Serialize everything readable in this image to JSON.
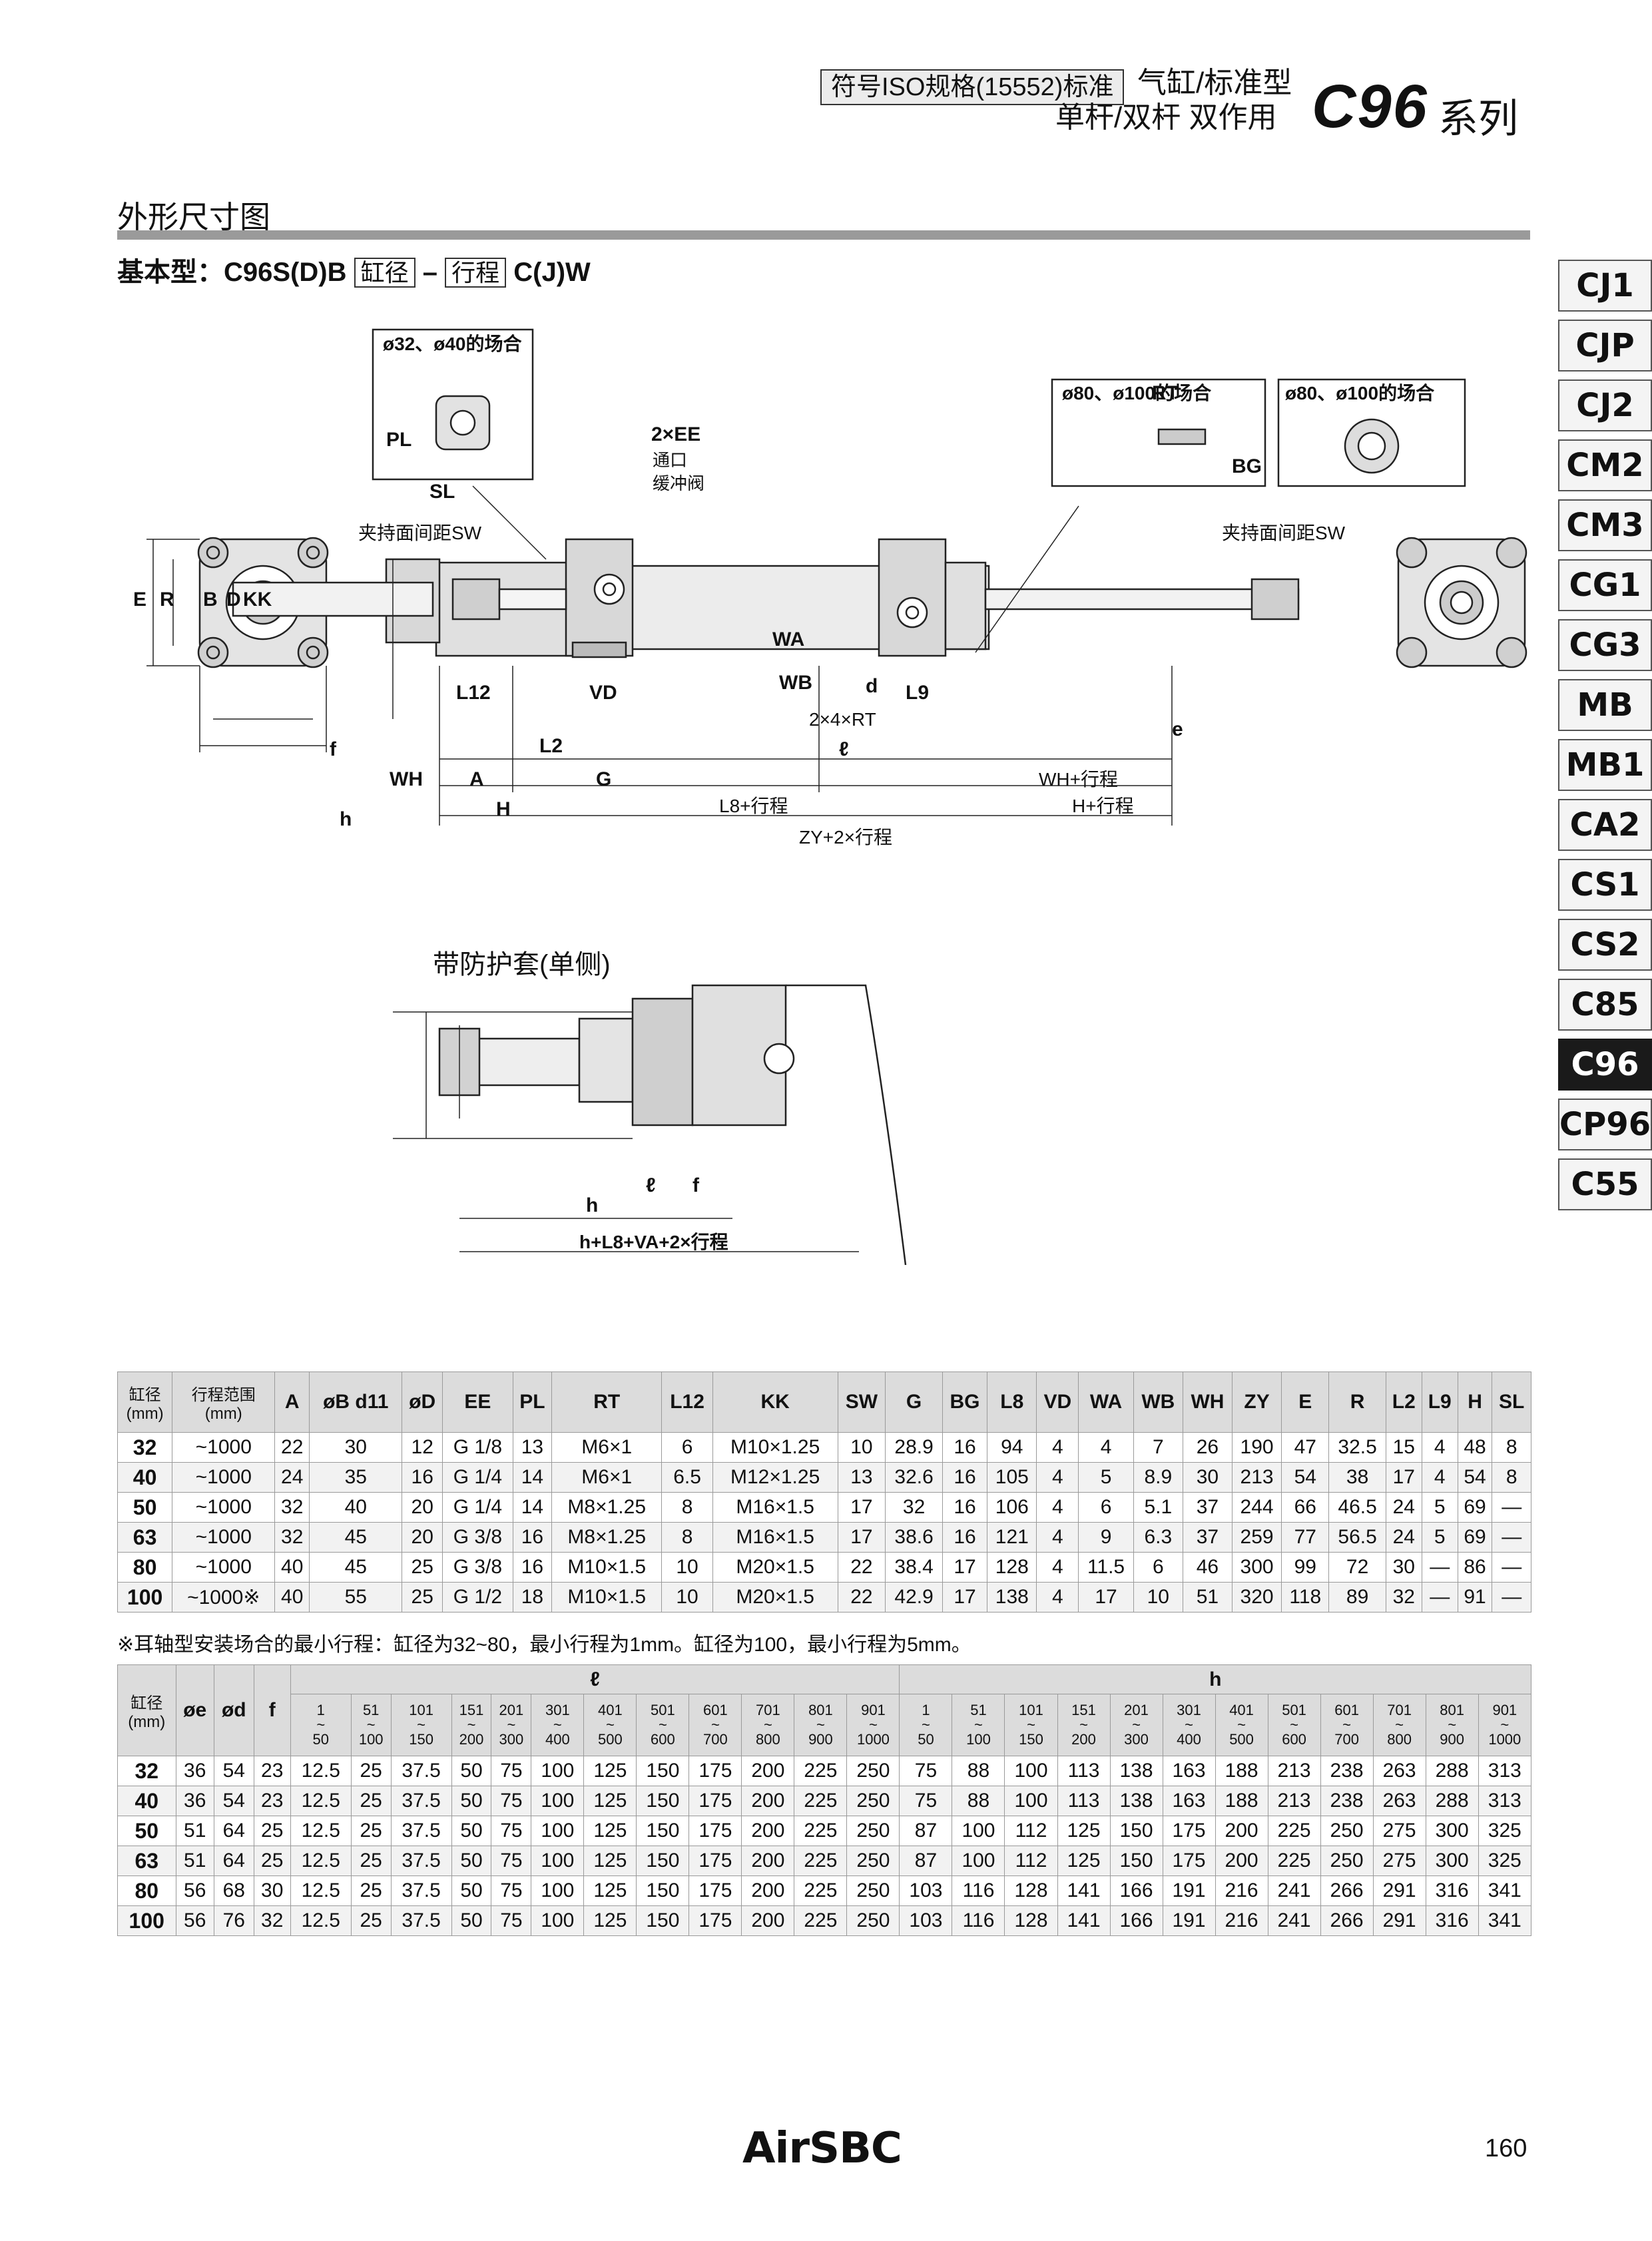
{
  "header": {
    "badge": "符号ISO规格(15552)标准",
    "line1": "气缸/标准型",
    "line2": "单杆/双杆  双作用",
    "model": "C96",
    "series": "系列"
  },
  "section": {
    "title": "外形尺寸图",
    "model_prefix": "基本型：C96S(D)B",
    "bore_box": "缸径",
    "dash": "–",
    "stroke_box": "行程",
    "model_suffix": "C(J)W"
  },
  "tabs": [
    "CJ1",
    "CJP",
    "CJ2",
    "CM2",
    "CM3",
    "CG1",
    "CG3",
    "MB",
    "MB1",
    "CA2",
    "CS1",
    "CS2",
    "C85",
    "C96",
    "CP96",
    "C55"
  ],
  "active_tab": "C96",
  "drawing": {
    "inset1_title": "ø32、ø40的场合",
    "inset2_title": "ø80、ø100的场合",
    "inset3_title": "ø80、ø100的场合",
    "wrench_left": "夹持面间距SW",
    "wrench_right": "夹持面间距SW",
    "port_label": "通口",
    "cushion_label": "缓冲阀",
    "two_ee": "2×EE",
    "two_four_rt": "2×4×RT",
    "dim_wh_stroke": "WH+行程",
    "dim_l8_stroke": "L8+行程",
    "dim_h_stroke": "H+行程",
    "dim_zy_stroke": "ZY+2×行程",
    "boot_title": "带防护套(单侧)",
    "boot_dim_total": "h+L8+VA+2×行程",
    "labels": [
      "PL",
      "SL",
      "RT",
      "BG",
      "WA",
      "WB",
      "VD",
      "L12",
      "L2",
      "G",
      "A",
      "WH",
      "H",
      "E",
      "R",
      "B",
      "D",
      "KK",
      "L9",
      "h",
      "f",
      "ℓ",
      "d",
      "e"
    ]
  },
  "table1": {
    "headers": [
      "缸径\n(mm)",
      "行程范围\n(mm)",
      "A",
      "øB d11",
      "øD",
      "EE",
      "PL",
      "RT",
      "L12",
      "KK",
      "SW",
      "G",
      "BG",
      "L8",
      "VD",
      "WA",
      "WB",
      "WH",
      "ZY",
      "E",
      "R",
      "L2",
      "L9",
      "H",
      "SL"
    ],
    "rows": [
      [
        "32",
        "~1000",
        "22",
        "30",
        "12",
        "G 1/8",
        "13",
        "M6×1",
        "6",
        "M10×1.25",
        "10",
        "28.9",
        "16",
        "94",
        "4",
        "4",
        "7",
        "26",
        "190",
        "47",
        "32.5",
        "15",
        "4",
        "48",
        "8"
      ],
      [
        "40",
        "~1000",
        "24",
        "35",
        "16",
        "G 1/4",
        "14",
        "M6×1",
        "6.5",
        "M12×1.25",
        "13",
        "32.6",
        "16",
        "105",
        "4",
        "5",
        "8.9",
        "30",
        "213",
        "54",
        "38",
        "17",
        "4",
        "54",
        "8"
      ],
      [
        "50",
        "~1000",
        "32",
        "40",
        "20",
        "G 1/4",
        "14",
        "M8×1.25",
        "8",
        "M16×1.5",
        "17",
        "32",
        "16",
        "106",
        "4",
        "6",
        "5.1",
        "37",
        "244",
        "66",
        "46.5",
        "24",
        "5",
        "69",
        "—"
      ],
      [
        "63",
        "~1000",
        "32",
        "45",
        "20",
        "G 3/8",
        "16",
        "M8×1.25",
        "8",
        "M16×1.5",
        "17",
        "38.6",
        "16",
        "121",
        "4",
        "9",
        "6.3",
        "37",
        "259",
        "77",
        "56.5",
        "24",
        "5",
        "69",
        "—"
      ],
      [
        "80",
        "~1000",
        "40",
        "45",
        "25",
        "G 3/8",
        "16",
        "M10×1.5",
        "10",
        "M20×1.5",
        "22",
        "38.4",
        "17",
        "128",
        "4",
        "11.5",
        "6",
        "46",
        "300",
        "99",
        "72",
        "30",
        "—",
        "86",
        "—"
      ],
      [
        "100",
        "~1000※",
        "40",
        "55",
        "25",
        "G 1/2",
        "18",
        "M10×1.5",
        "10",
        "M20×1.5",
        "22",
        "42.9",
        "17",
        "138",
        "4",
        "17",
        "10",
        "51",
        "320",
        "118",
        "89",
        "32",
        "—",
        "91",
        "—"
      ]
    ],
    "note": "※耳轴型安装场合的最小行程：缸径为32~80，最小行程为1mm。缸径为100，最小行程为5mm。"
  },
  "table2": {
    "bore_header": "缸径\n(mm)",
    "col_e": "øe",
    "col_d": "ød",
    "col_f": "f",
    "group_l": "ℓ",
    "group_h": "h",
    "stroke_ranges": [
      [
        "1",
        "50"
      ],
      [
        "51",
        "100"
      ],
      [
        "101",
        "150"
      ],
      [
        "151",
        "200"
      ],
      [
        "201",
        "300"
      ],
      [
        "301",
        "400"
      ],
      [
        "401",
        "500"
      ],
      [
        "501",
        "600"
      ],
      [
        "601",
        "700"
      ],
      [
        "701",
        "800"
      ],
      [
        "801",
        "900"
      ],
      [
        "901",
        "1000"
      ]
    ],
    "rows": [
      {
        "bore": "32",
        "e": "36",
        "d": "54",
        "f": "23",
        "l": [
          "12.5",
          "25",
          "37.5",
          "50",
          "75",
          "100",
          "125",
          "150",
          "175",
          "200",
          "225",
          "250"
        ],
        "h": [
          "75",
          "88",
          "100",
          "113",
          "138",
          "163",
          "188",
          "213",
          "238",
          "263",
          "288",
          "313"
        ]
      },
      {
        "bore": "40",
        "e": "36",
        "d": "54",
        "f": "23",
        "l": [
          "12.5",
          "25",
          "37.5",
          "50",
          "75",
          "100",
          "125",
          "150",
          "175",
          "200",
          "225",
          "250"
        ],
        "h": [
          "75",
          "88",
          "100",
          "113",
          "138",
          "163",
          "188",
          "213",
          "238",
          "263",
          "288",
          "313"
        ]
      },
      {
        "bore": "50",
        "e": "51",
        "d": "64",
        "f": "25",
        "l": [
          "12.5",
          "25",
          "37.5",
          "50",
          "75",
          "100",
          "125",
          "150",
          "175",
          "200",
          "225",
          "250"
        ],
        "h": [
          "87",
          "100",
          "112",
          "125",
          "150",
          "175",
          "200",
          "225",
          "250",
          "275",
          "300",
          "325"
        ]
      },
      {
        "bore": "63",
        "e": "51",
        "d": "64",
        "f": "25",
        "l": [
          "12.5",
          "25",
          "37.5",
          "50",
          "75",
          "100",
          "125",
          "150",
          "175",
          "200",
          "225",
          "250"
        ],
        "h": [
          "87",
          "100",
          "112",
          "125",
          "150",
          "175",
          "200",
          "225",
          "250",
          "275",
          "300",
          "325"
        ]
      },
      {
        "bore": "80",
        "e": "56",
        "d": "68",
        "f": "30",
        "l": [
          "12.5",
          "25",
          "37.5",
          "50",
          "75",
          "100",
          "125",
          "150",
          "175",
          "200",
          "225",
          "250"
        ],
        "h": [
          "103",
          "116",
          "128",
          "141",
          "166",
          "191",
          "216",
          "241",
          "266",
          "291",
          "316",
          "341"
        ]
      },
      {
        "bore": "100",
        "e": "56",
        "d": "76",
        "f": "32",
        "l": [
          "12.5",
          "25",
          "37.5",
          "50",
          "75",
          "100",
          "125",
          "150",
          "175",
          "200",
          "225",
          "250"
        ],
        "h": [
          "103",
          "116",
          "128",
          "141",
          "166",
          "191",
          "216",
          "241",
          "266",
          "291",
          "316",
          "341"
        ]
      }
    ]
  },
  "footer": {
    "logo": "AirSBC",
    "page": "160"
  }
}
